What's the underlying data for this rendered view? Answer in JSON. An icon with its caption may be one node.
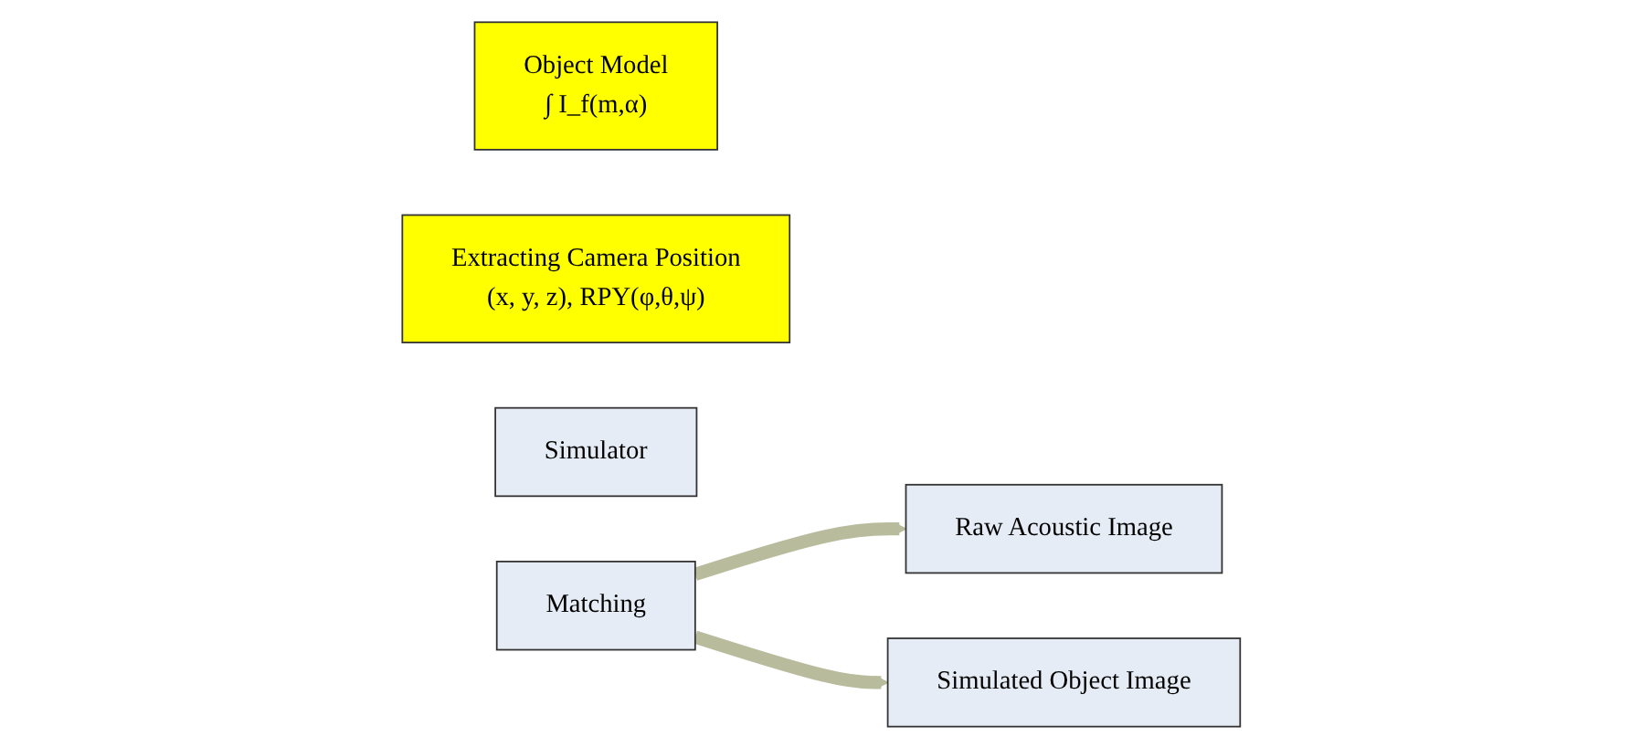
{
  "diagram": {
    "nodes": [
      {
        "text": [
          "Object Model",
          "∫ I_f(m,α)"
        ]
      },
      {
        "text": [
          "Raw Acoustic Image"
        ]
      },
      {
        "text": [
          "Extracting Camera Position",
          "(x, y, z), RPY(φ,θ,ψ)"
        ]
      },
      {
        "text": [
          "Simulator"
        ]
      },
      {
        "text": [
          "Matching"
        ]
      },
      {
        "text": [
          "Simulated Object Image"
        ]
      }
    ],
    "edges": [
      {
        "from": 4,
        "to": 1,
        "arrow": "to"
      },
      {
        "from": 4,
        "to": 5,
        "arrow": "to"
      }
    ]
  }
}
